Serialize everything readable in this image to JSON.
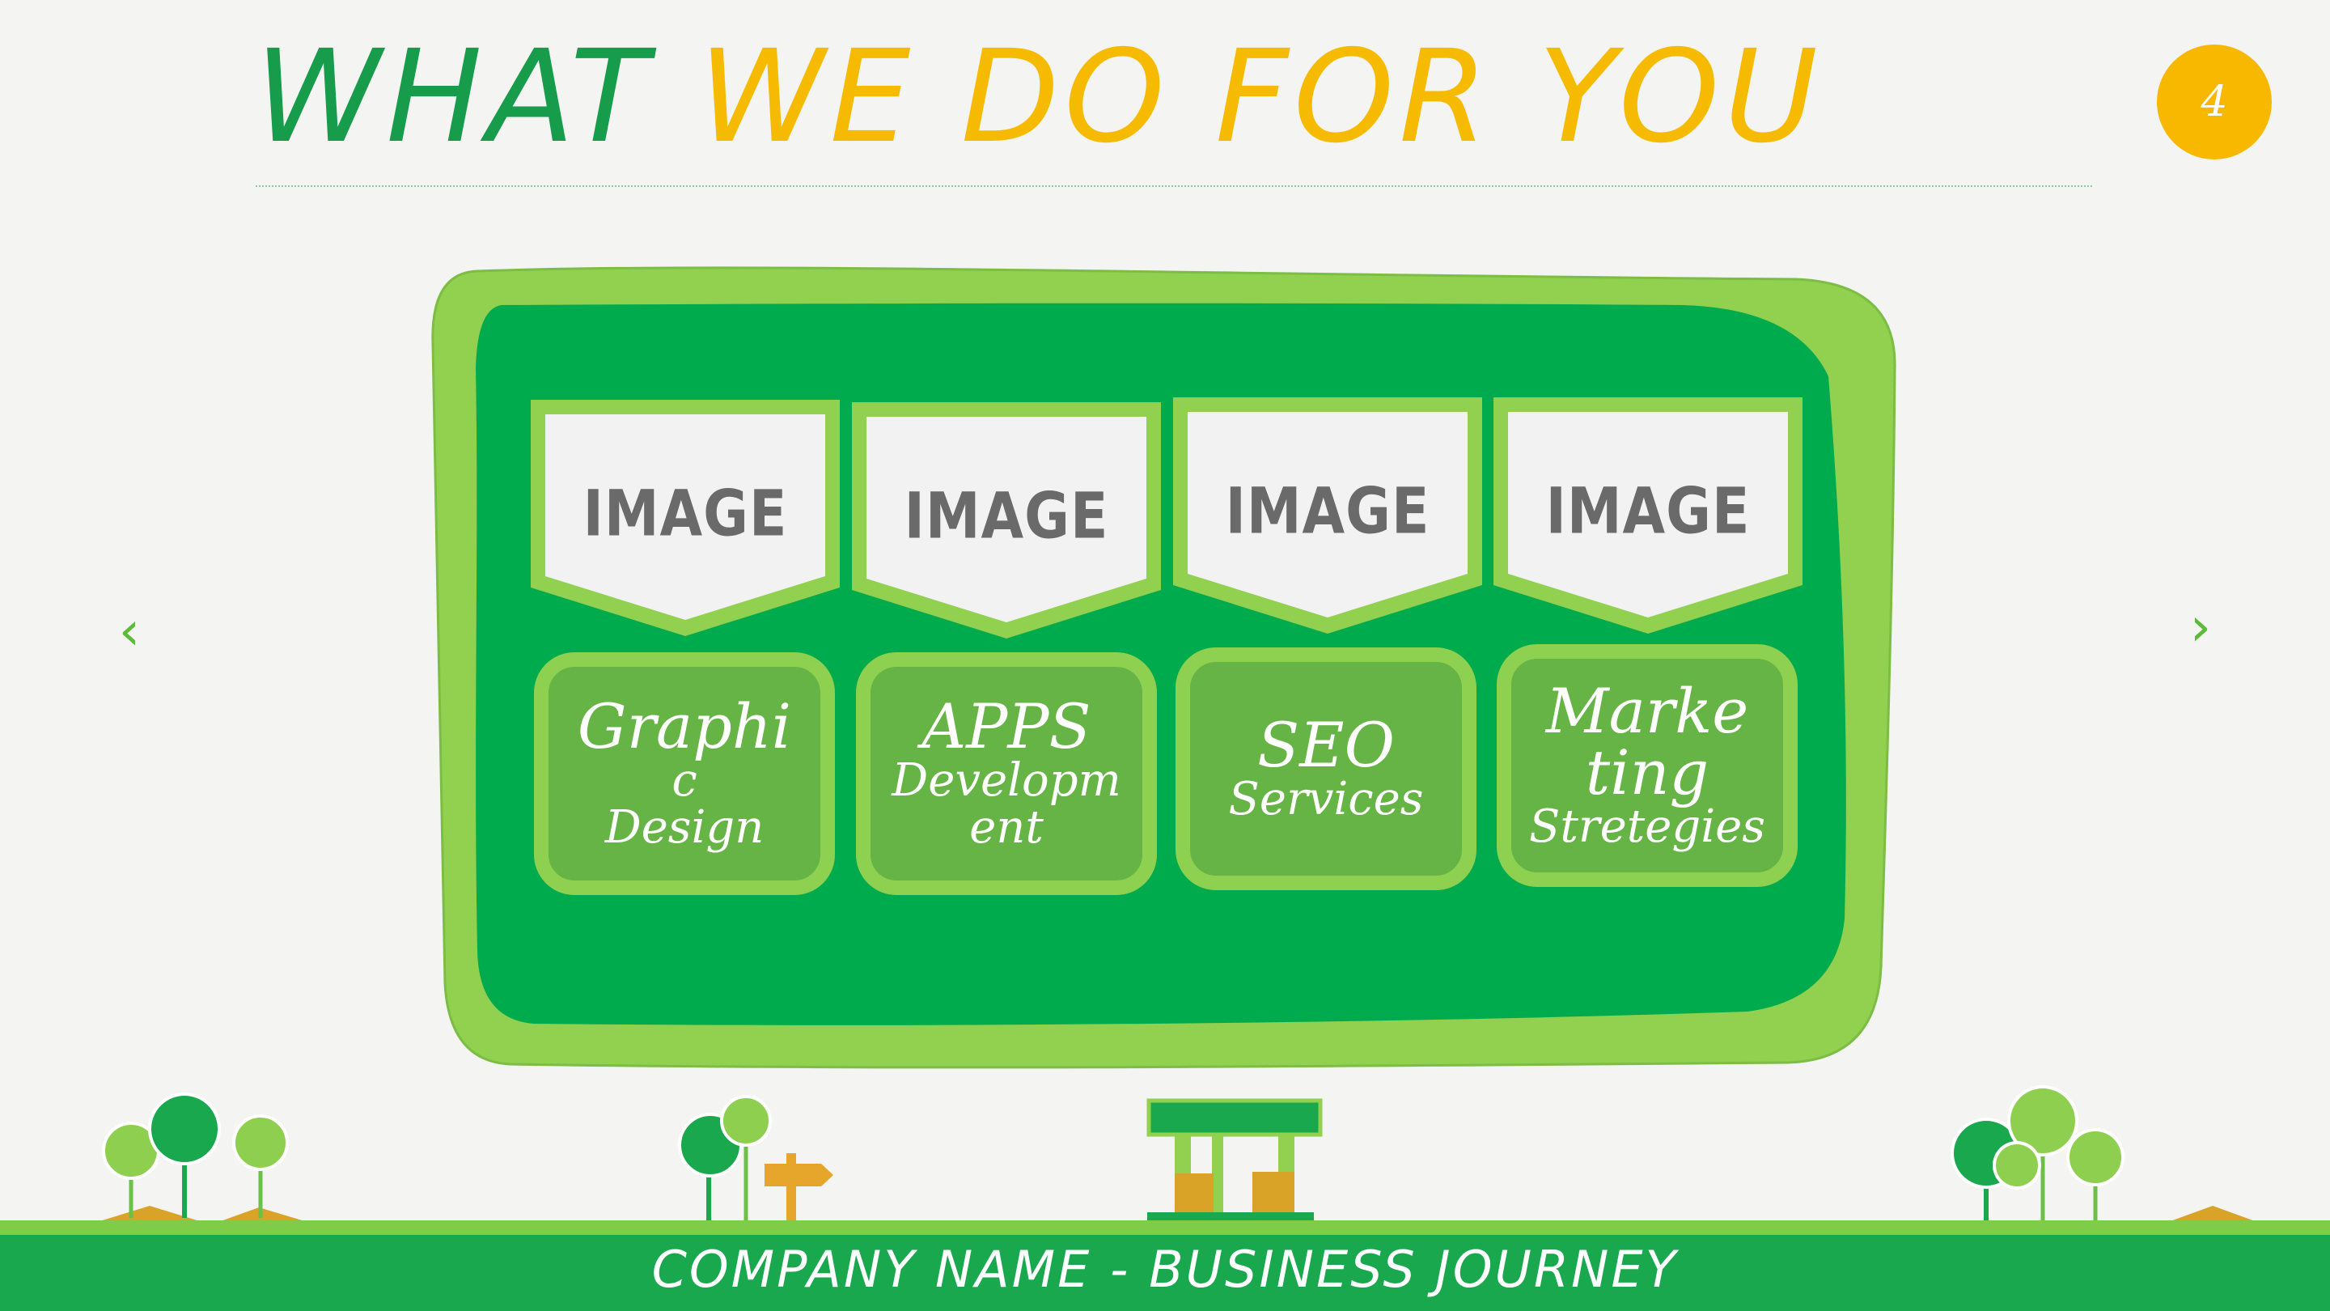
{
  "header": {
    "title_part1": "WHAT ",
    "title_part2": "WE DO FOR YOU",
    "page_number": "4"
  },
  "nav": {
    "prev": "‹",
    "next": "›"
  },
  "cards": [
    {
      "image_label": "IMAGE",
      "line1": "Graphi",
      "line2": "c",
      "line3": "Design"
    },
    {
      "image_label": "IMAGE",
      "line1": "APPS",
      "line2": "Developm",
      "line3": "ent"
    },
    {
      "image_label": "IMAGE",
      "line1": "SEO",
      "line2": "Services",
      "line3": ""
    },
    {
      "image_label": "IMAGE",
      "line1": "Marke",
      "line2": "ting",
      "line3": "Stretegies"
    }
  ],
  "footer": {
    "text": "COMPANY NAME - BUSINESS JOURNEY"
  },
  "colors": {
    "title_green": "#169c4b",
    "title_yellow": "#f6bb00",
    "board_dark_green": "#00ab4e",
    "board_light_green": "#92d050",
    "footer_green": "#19a84d"
  }
}
